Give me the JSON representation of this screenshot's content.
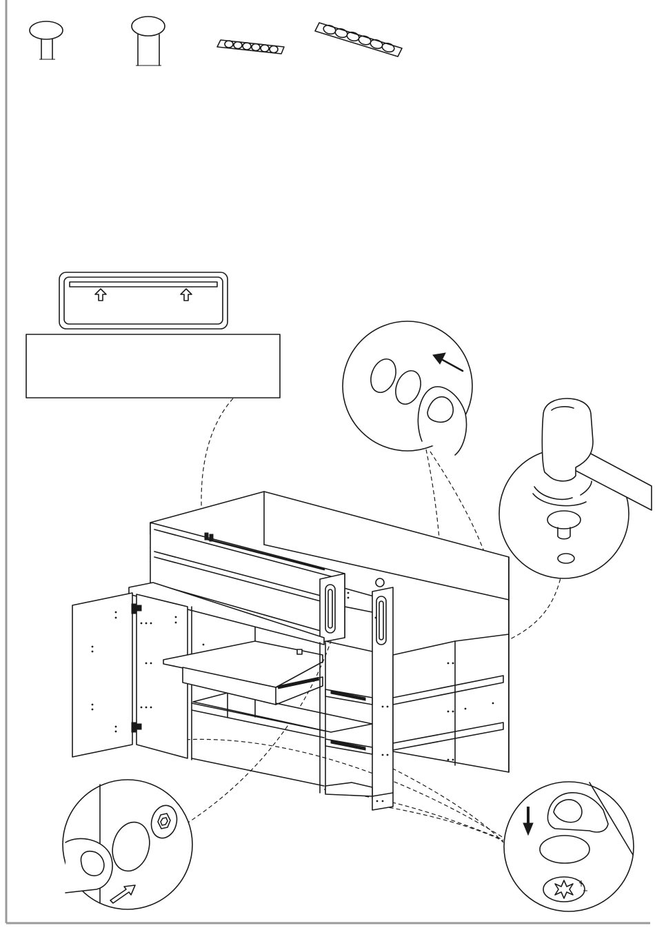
{
  "diagram": {
    "frame_color": "#9a9a9a",
    "line_color": "#1a1a1a",
    "background": "#ffffff",
    "parts": [
      {
        "name": "small-cover-cap-icon"
      },
      {
        "name": "large-cover-cap-icon"
      },
      {
        "name": "cap-strip-small-icon",
        "caps": 6
      },
      {
        "name": "cap-strip-large-icon",
        "caps": 6
      }
    ],
    "callouts": [
      {
        "name": "label-panel-detail"
      },
      {
        "name": "press-cap-detail"
      },
      {
        "name": "hammer-cap-detail"
      },
      {
        "name": "insert-cap-detail"
      },
      {
        "name": "screw-cover-detail"
      }
    ]
  }
}
